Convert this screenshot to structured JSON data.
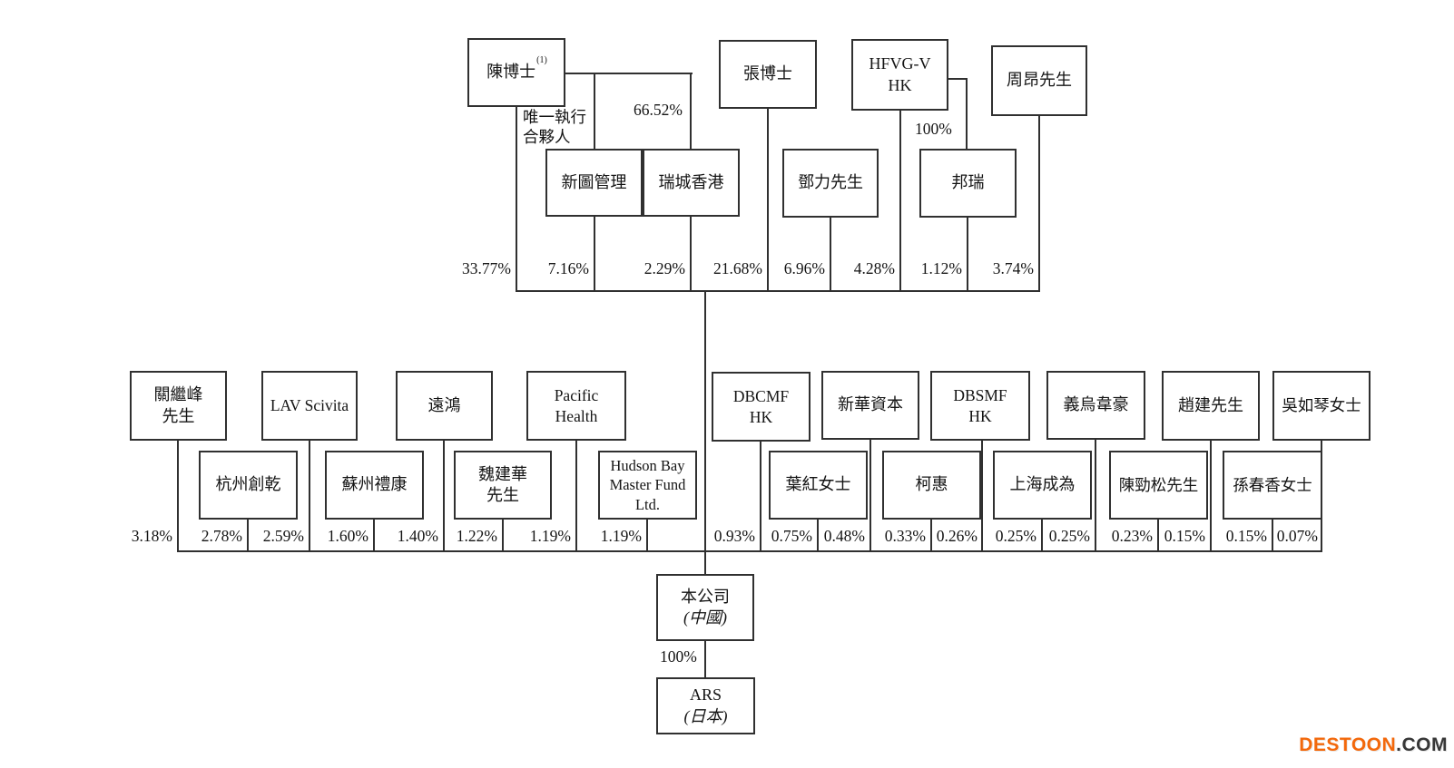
{
  "diagram": {
    "line_color": "#303030",
    "nodes": [
      {
        "id": "chen",
        "label": "陳博士",
        "sup": "(1)",
        "pct": "33.77%"
      },
      {
        "id": "zhang",
        "label": "張博士",
        "pct": "21.68%"
      },
      {
        "id": "hfvg",
        "label": "HFVG-V\nHK",
        "pct": "4.28%"
      },
      {
        "id": "zhou",
        "label": "周昂先生",
        "pct": "3.74%"
      },
      {
        "id": "xintu",
        "label": "新圖管理",
        "pct": "7.16%"
      },
      {
        "id": "ruicheng",
        "label": "瑞城香港",
        "pct": "2.29%"
      },
      {
        "id": "dengli",
        "label": "鄧力先生",
        "pct": "6.96%"
      },
      {
        "id": "bangrui",
        "label": "邦瑞",
        "pct": "1.12%"
      },
      {
        "id": "guan",
        "label": "關繼峰\n先生",
        "pct": "3.18%"
      },
      {
        "id": "lav",
        "label": "LAV Scivita",
        "pct": "2.59%"
      },
      {
        "id": "yuanhong",
        "label": "遠鴻",
        "pct": "1.40%"
      },
      {
        "id": "pacific",
        "label": "Pacific\nHealth",
        "pct": "1.19%"
      },
      {
        "id": "dbcmf",
        "label": "DBCMF\nHK",
        "pct": "0.93%"
      },
      {
        "id": "xinhua",
        "label": "新華資本",
        "pct": "0.48%"
      },
      {
        "id": "dbsmf",
        "label": "DBSMF\nHK",
        "pct": "0.26%"
      },
      {
        "id": "yiwu",
        "label": "義烏韋豪",
        "pct": "0.25%"
      },
      {
        "id": "zhaojian",
        "label": "趙建先生",
        "pct": "0.15%"
      },
      {
        "id": "wuruqin",
        "label": "吳如琴女士",
        "pct": "0.07%"
      },
      {
        "id": "hangzhou",
        "label": "杭州創乾",
        "pct": "2.78%"
      },
      {
        "id": "suzhou",
        "label": "蘇州禮康",
        "pct": "1.60%"
      },
      {
        "id": "wei",
        "label": "魏建華\n先生",
        "pct": "1.22%"
      },
      {
        "id": "hudson",
        "label": "Hudson Bay\nMaster Fund\nLtd.",
        "pct": "1.19%"
      },
      {
        "id": "yehong",
        "label": "葉紅女士",
        "pct": "0.75%"
      },
      {
        "id": "kehui",
        "label": "柯惠",
        "pct": "0.33%"
      },
      {
        "id": "shanghai",
        "label": "上海成為",
        "pct": "0.25%"
      },
      {
        "id": "chenjinsong",
        "label": "陳勁松先生",
        "pct": "0.23%"
      },
      {
        "id": "sun",
        "label": "孫春香女士",
        "pct": "0.15%"
      },
      {
        "id": "company",
        "label": "本公司",
        "sublabel": "(中國)"
      },
      {
        "id": "ars",
        "label": "ARS",
        "sublabel": "(日本)"
      }
    ],
    "edge_labels": [
      {
        "id": "sole-executive-partner",
        "text": "唯一執行\n合夥人"
      },
      {
        "id": "chen-ruicheng-pct",
        "text": "66.52%"
      },
      {
        "id": "hfvg-bangrui-pct",
        "text": "100%"
      },
      {
        "id": "company-ars-pct",
        "text": "100%"
      }
    ]
  },
  "watermark": {
    "brand": "DESTOON",
    "suffix": ".COM",
    "brand_color": "#f3680b",
    "suffix_color": "#373737"
  }
}
